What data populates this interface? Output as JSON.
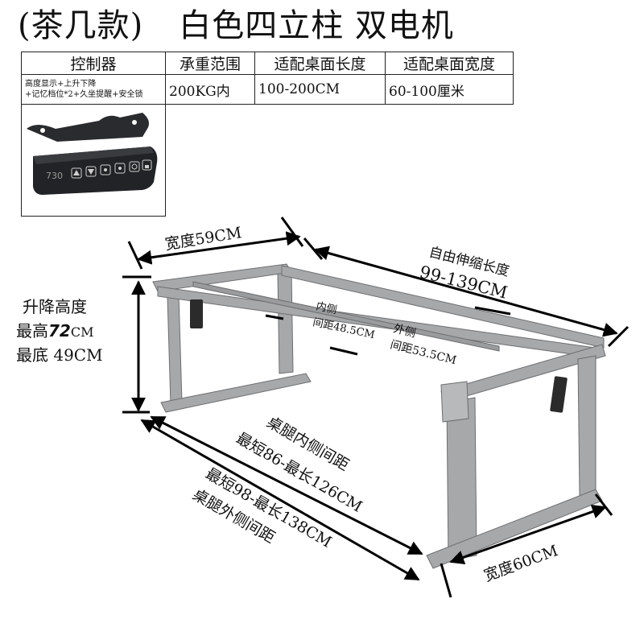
{
  "title": {
    "part1": "(茶几款)",
    "part2": "白色四立柱 双电机"
  },
  "spec_table": {
    "headers": [
      "控制器",
      "承重范围",
      "适配桌面长度",
      "适配桌面宽度"
    ],
    "controller_features_line1": "高度显示+上升下降",
    "controller_features_line2": "+记忆档位*2+久坐提醒+安全锁",
    "load_range": "200KG内",
    "top_length": "100-200CM",
    "top_width": "60-100厘米",
    "controller_display": "730"
  },
  "annotations": {
    "top_width": "宽度59CM",
    "extend_line1": "自由伸缩长度",
    "extend_line2": "99-139CM",
    "lift_title": "升降高度",
    "max_prefix": "最高",
    "max_value": "72",
    "max_unit": "CM",
    "min_label": "最底 49CM",
    "inner_line1": "内侧",
    "inner_line2": "间距48.5CM",
    "outer_line1": "外侧",
    "outer_line2": "间距53.5CM",
    "leg_inner_line1": "桌腿内侧间距",
    "leg_inner_line2": "最短86-最长126CM",
    "leg_outer_line1": "最短98-最长138CM",
    "leg_outer_line2": "桌腿外侧间距",
    "base_width": "宽度60CM"
  },
  "colors": {
    "frame": "#a7a8aa",
    "frame_dark": "#6d6e70",
    "motor": "#2b2b2b",
    "controller_body": "#222326",
    "arrow": "#000000"
  }
}
